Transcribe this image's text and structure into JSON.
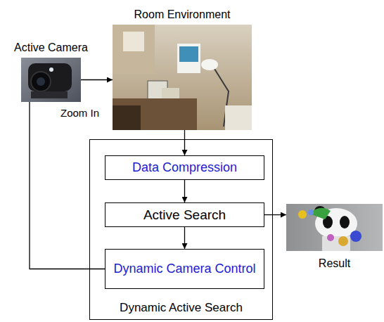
{
  "diagram": {
    "nodes": [
      {
        "text": [
          "Active Camera"
        ]
      },
      {
        "text": [
          "Room Environment"
        ]
      },
      {
        "text": [
          "Dynamic Active Search"
        ]
      },
      {
        "text": [
          "Data Compression"
        ],
        "in": 2
      },
      {
        "text": [
          "Active Search"
        ],
        "in": 2
      },
      {
        "text": [
          "Dynamic Camera Control"
        ],
        "in": 2
      },
      {
        "text": [
          "Result"
        ]
      }
    ],
    "edges": [
      {
        "from": 0,
        "to": 1,
        "arrow": "to"
      },
      {
        "from": 1,
        "to": 3,
        "arrow": "to"
      },
      {
        "from": 3,
        "to": 4,
        "arrow": "to"
      },
      {
        "from": 4,
        "to": 5,
        "arrow": "to"
      },
      {
        "from": 4,
        "to": 6,
        "arrow": "to"
      },
      {
        "from": 5,
        "to": 0,
        "arrow": "none"
      }
    ],
    "labels": [
      "Zoom In"
    ]
  }
}
